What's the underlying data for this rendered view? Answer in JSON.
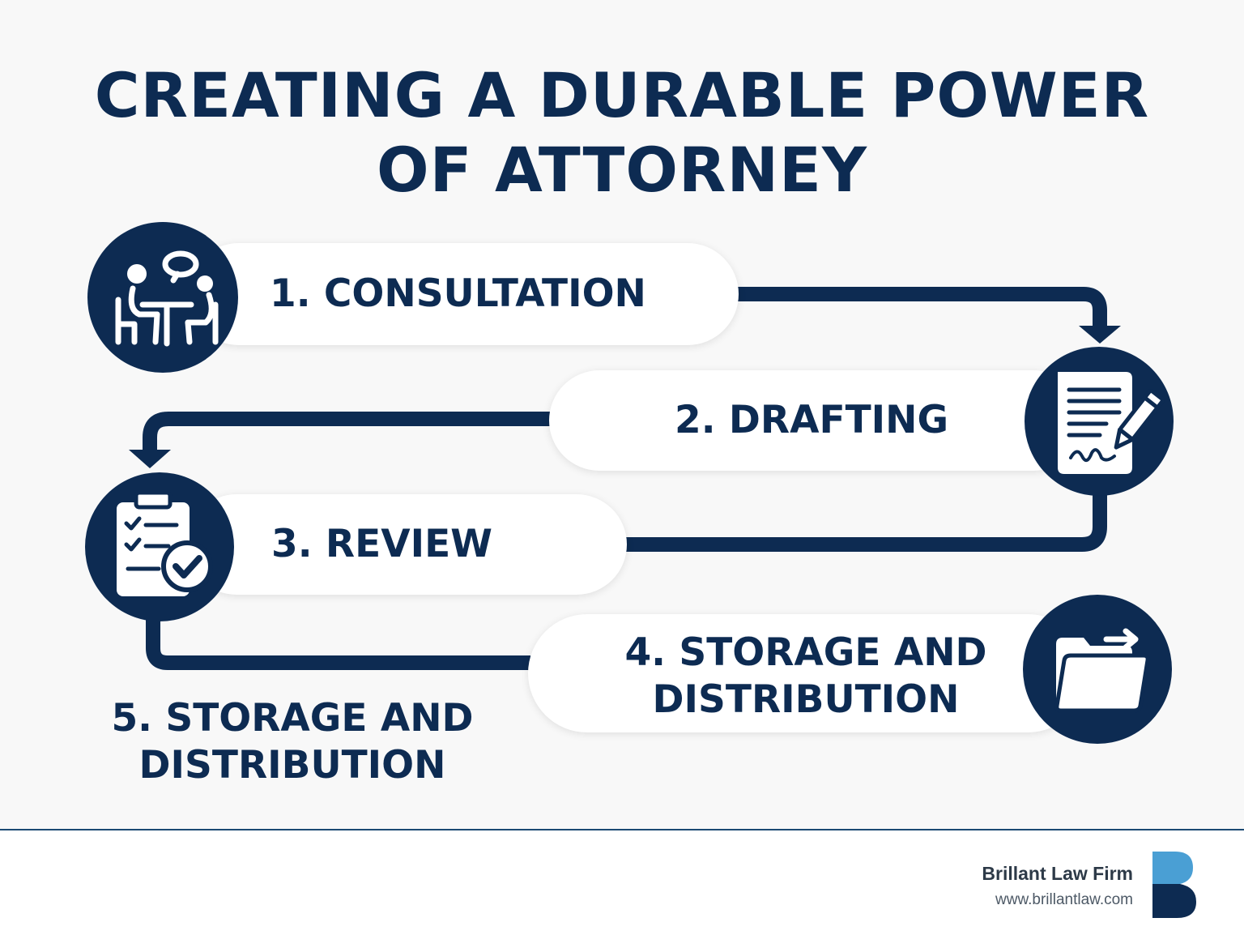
{
  "title": {
    "line1": "CREATING A DURABLE POWER",
    "line2": "OF ATTORNEY"
  },
  "steps": [
    {
      "label": "1. CONSULTATION",
      "icon": "consultation-meeting-icon"
    },
    {
      "label": "2. DRAFTING",
      "icon": "document-pen-icon"
    },
    {
      "label": "3. REVIEW",
      "icon": "clipboard-check-icon"
    },
    {
      "label_line1": "4. STORAGE AND",
      "label_line2": "DISTRIBUTION",
      "icon": "folder-arrow-icon"
    },
    {
      "label_line1": "5. STORAGE AND",
      "label_line2": "DISTRIBUTION"
    }
  ],
  "footer": {
    "brand": "Brillant Law Firm",
    "url": "www.brillantlaw.com"
  },
  "colors": {
    "navy": "#0d2b52",
    "accent_light_blue": "#4a9fd4",
    "pill_bg": "#ffffff",
    "background": "#f8f8f8"
  }
}
